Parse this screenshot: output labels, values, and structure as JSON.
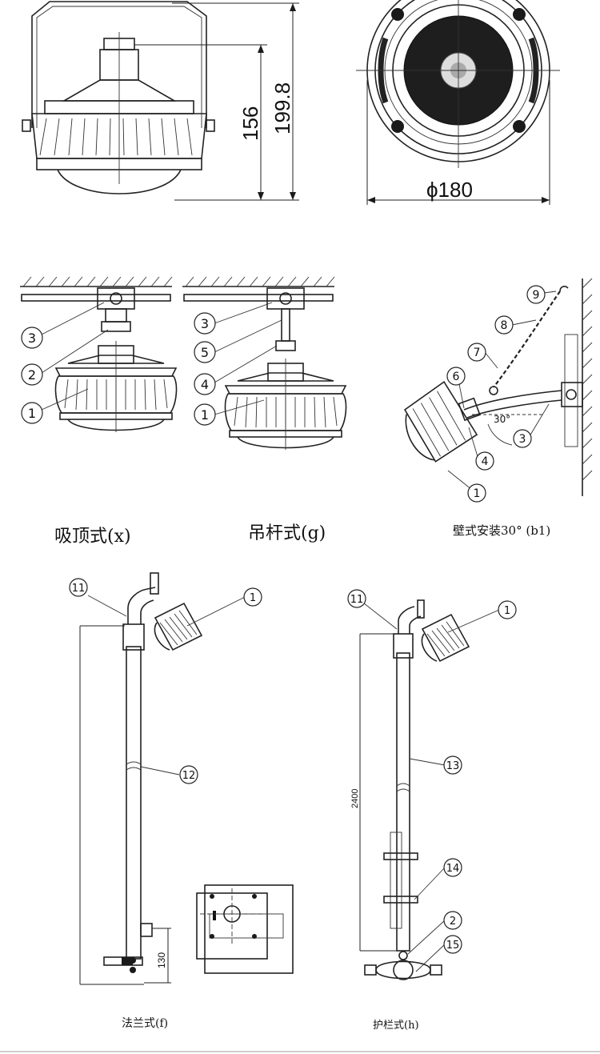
{
  "top_front": {
    "dim_height_short": "156",
    "dim_height_total": "199.8"
  },
  "top_plan": {
    "dim_diameter": "ϕ180"
  },
  "views": [
    {
      "caption": "吸顶式(x)",
      "callouts": [
        "3",
        "2",
        "1"
      ]
    },
    {
      "caption": "吊杆式(g)",
      "callouts": [
        "3",
        "5",
        "4",
        "1"
      ]
    },
    {
      "caption": "壁式安装30° (b1)",
      "angle_label": "30°",
      "callouts": [
        "9",
        "8",
        "7",
        "6",
        "3",
        "4",
        "1"
      ]
    },
    {
      "caption": "法兰式(f)",
      "dim": "130",
      "callouts": [
        "11",
        "1",
        "12"
      ]
    },
    {
      "caption": "护栏式(h)",
      "dim": "2400",
      "callouts": [
        "11",
        "1",
        "13",
        "14",
        "2",
        "15"
      ]
    }
  ]
}
